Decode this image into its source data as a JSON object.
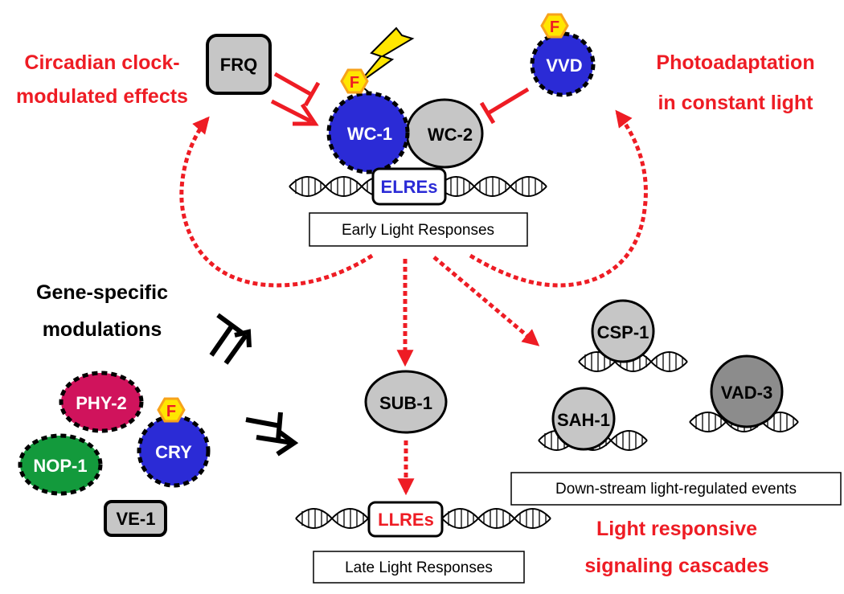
{
  "colors": {
    "red": "#ee1c24",
    "blue": "#2b2bd6",
    "grey": "#c6c6c6",
    "dark_grey": "#8c8c8c",
    "magenta": "#d0135c",
    "green": "#139a3c",
    "flavin_fill": "#ffe600",
    "flavin_stroke": "#f7a21b"
  },
  "labels": {
    "circadian": [
      "Circadian clock-",
      "modulated effects"
    ],
    "photoadaptation": [
      "Photoadaptation",
      "in constant light"
    ],
    "gene_specific": [
      "Gene-specific",
      "modulations"
    ],
    "cascades": [
      "Light responsive",
      "signaling cascades"
    ]
  },
  "proteins": {
    "frq": "FRQ",
    "wc1": "WC-1",
    "wc2": "WC-2",
    "vvd": "VVD",
    "sub1": "SUB-1",
    "csp1": "CSP-1",
    "sah1": "SAH-1",
    "vad3": "VAD-3",
    "phy2": "PHY-2",
    "nop1": "NOP-1",
    "cry": "CRY",
    "ve1": "VE-1"
  },
  "flavin": "F",
  "elements": {
    "elres": "ELREs",
    "llres": "LLREs"
  },
  "boxes": {
    "early": "Early Light Responses",
    "late": "Late Light Responses",
    "downstream": "Down-stream light-regulated events"
  }
}
